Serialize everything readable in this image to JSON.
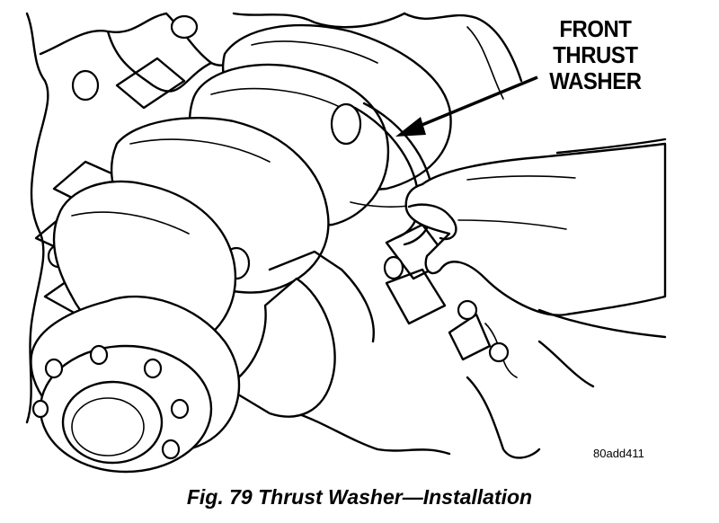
{
  "callout": {
    "lines": [
      "FRONT",
      "THRUST",
      "WASHER"
    ]
  },
  "reference_code": "80add411",
  "caption": "Fig. 79 Thrust Washer—Installation"
}
